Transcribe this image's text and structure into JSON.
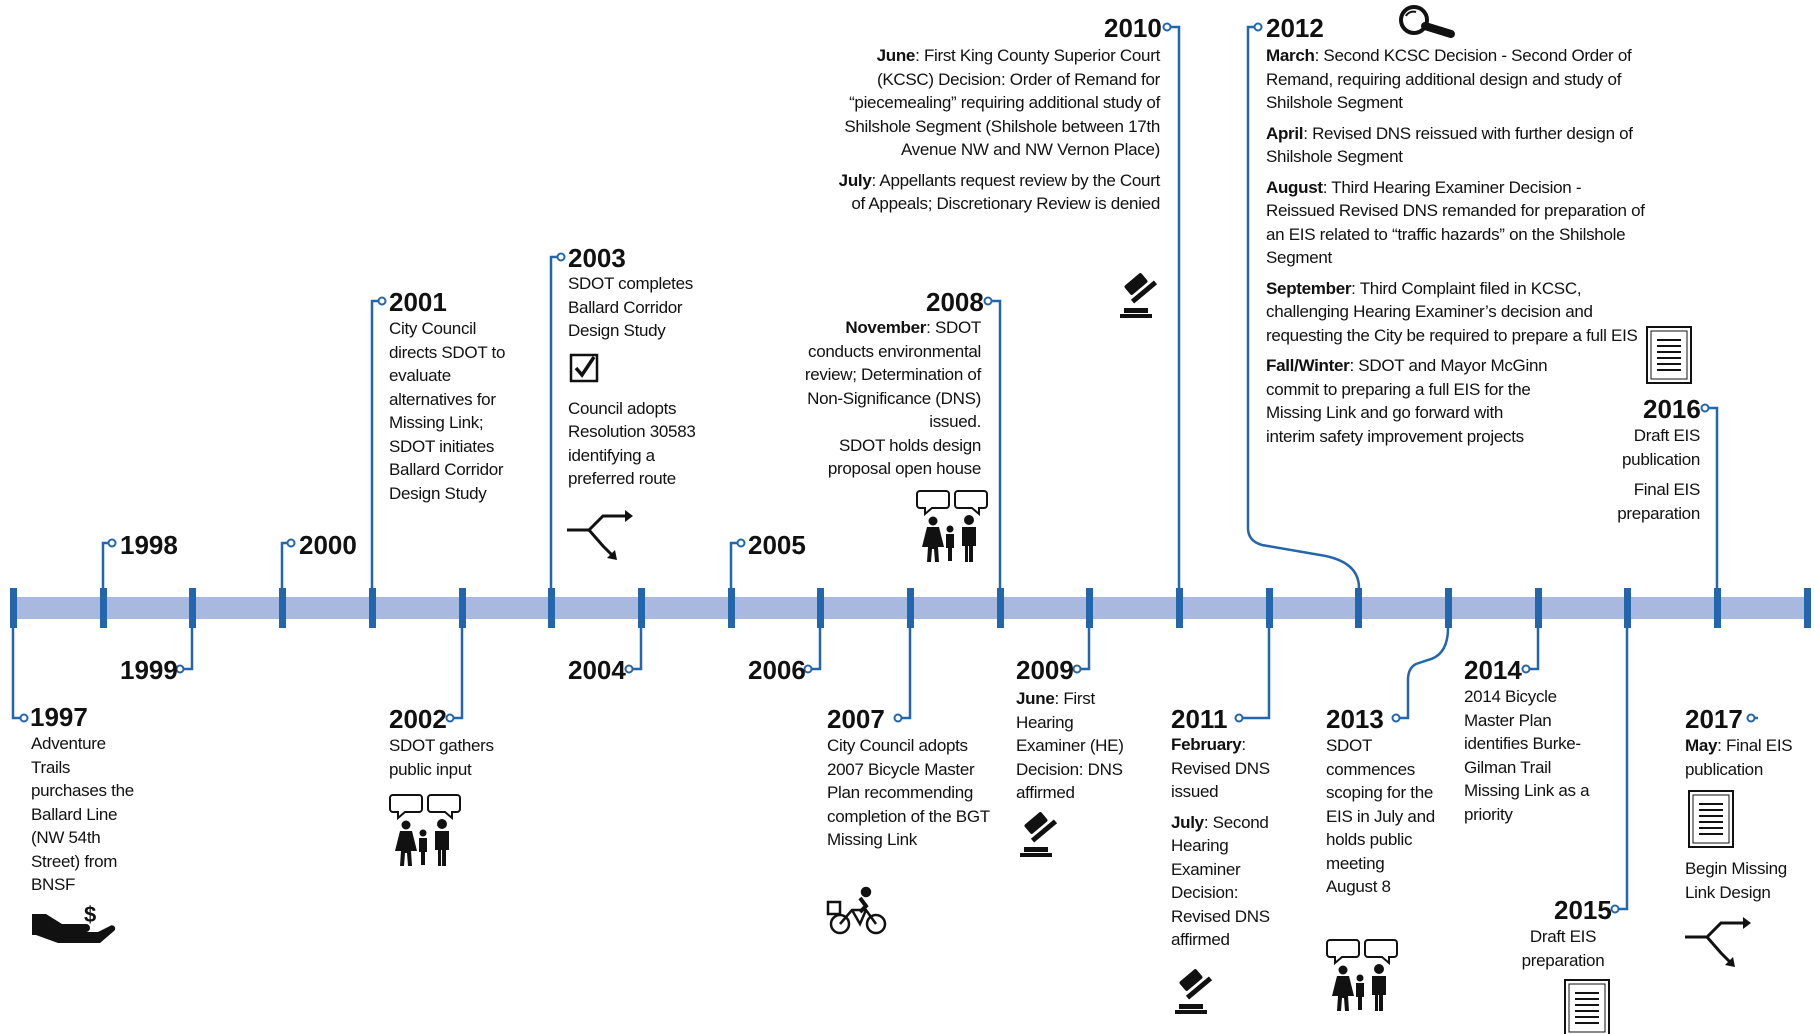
{
  "years": {
    "y1997": "1997",
    "y1998": "1998",
    "y1999": "1999",
    "y2000": "2000",
    "y2001": "2001",
    "y2002": "2002",
    "y2003": "2003",
    "y2004": "2004",
    "y2005": "2005",
    "y2006": "2006",
    "y2007": "2007",
    "y2008": "2008",
    "y2009": "2009",
    "y2010": "2010",
    "y2011": "2011",
    "y2012": "2012",
    "y2013": "2013",
    "y2014": "2014",
    "y2015": "2015",
    "y2016": "2016",
    "y2017": "2017"
  },
  "events": {
    "e1997": "Adventure Trails purchases the Ballard Line (NW 54th Street) from BNSF",
    "e2001": "City Council directs SDOT to evaluate alternatives for Missing Link; SDOT initiates Ballard Corridor Design Study",
    "e2002": "SDOT gathers public input",
    "e2003a": "SDOT completes Ballard Corridor Design Study",
    "e2003b": "Council adopts Resolution 30583 identifying a preferred route",
    "e2007": "City Council adopts 2007 Bicycle Master Plan recommending completion of the BGT Missing Link",
    "e2008_lbl": "November",
    "e2008_txt": ": SDOT conducts environmental review; Determination of Non-Significance (DNS) issued.",
    "e2008_b": "SDOT holds design proposal open house",
    "e2009_lbl": "June",
    "e2009_txt": ": First Hearing Examiner (HE) Decision: DNS affirmed",
    "e2010a_lbl": "June",
    "e2010a_txt": ": First King County Superior Court (KCSC) Decision: Order of Remand for “piecemealing” requiring additional study of Shilshole Segment (Shilshole between 17th Avenue NW and NW Vernon Place)",
    "e2010b_lbl": "July",
    "e2010b_txt": ":  Appellants request review by the Court of Appeals; Discretionary Review is denied",
    "e2011a_lbl": "February",
    "e2011a_txt": ": Revised DNS issued",
    "e2011b_lbl": "July",
    "e2011b_txt": ": Second Hearing Examiner Decision: Revised DNS affirmed",
    "e2012a_lbl": "March",
    "e2012a_txt": ": Second KCSC Decision - Second Order of Remand, requiring additional design and study of Shilshole Segment",
    "e2012b_lbl": "April",
    "e2012b_txt": ": Revised DNS reissued with further design of Shilshole Segment",
    "e2012c_lbl": "August",
    "e2012c_txt": ": Third Hearing Examiner Decision - Reissued Revised DNS remanded for preparation of an EIS related to “traffic hazards” on the Shilshole Segment",
    "e2012d_lbl": "September",
    "e2012d_txt": ": Third Complaint filed in KCSC, challenging Hearing Examiner’s decision and requesting the City be required to prepare a full EIS",
    "e2012e_lbl": "Fall/Winter",
    "e2012e_txt": ": SDOT and Mayor McGinn commit to preparing a full EIS for the Missing Link and go forward with interim safety improvement projects",
    "e2013": "SDOT commences scoping for the EIS in July and holds public meeting August 8",
    "e2014": "2014 Bicycle Master Plan identifies Burke-Gilman Trail Missing Link as a priority",
    "e2015": "Draft EIS preparation",
    "e2016a": "Draft EIS publication",
    "e2016b": "Final EIS preparation",
    "e2017a_lbl": "May",
    "e2017a_txt": ": Final EIS publication",
    "e2017b": "Begin Missing Link Design"
  },
  "icons": [
    "money-hand-icon",
    "checkmark-icon",
    "route-split-icon",
    "people-talking-icon",
    "gavel-icon",
    "bicycle-icon",
    "magnifier-icon",
    "document-icon"
  ],
  "colors": {
    "axis_band": "#a9b8de",
    "tick_blue": "#2366ad",
    "text": "#111111"
  }
}
